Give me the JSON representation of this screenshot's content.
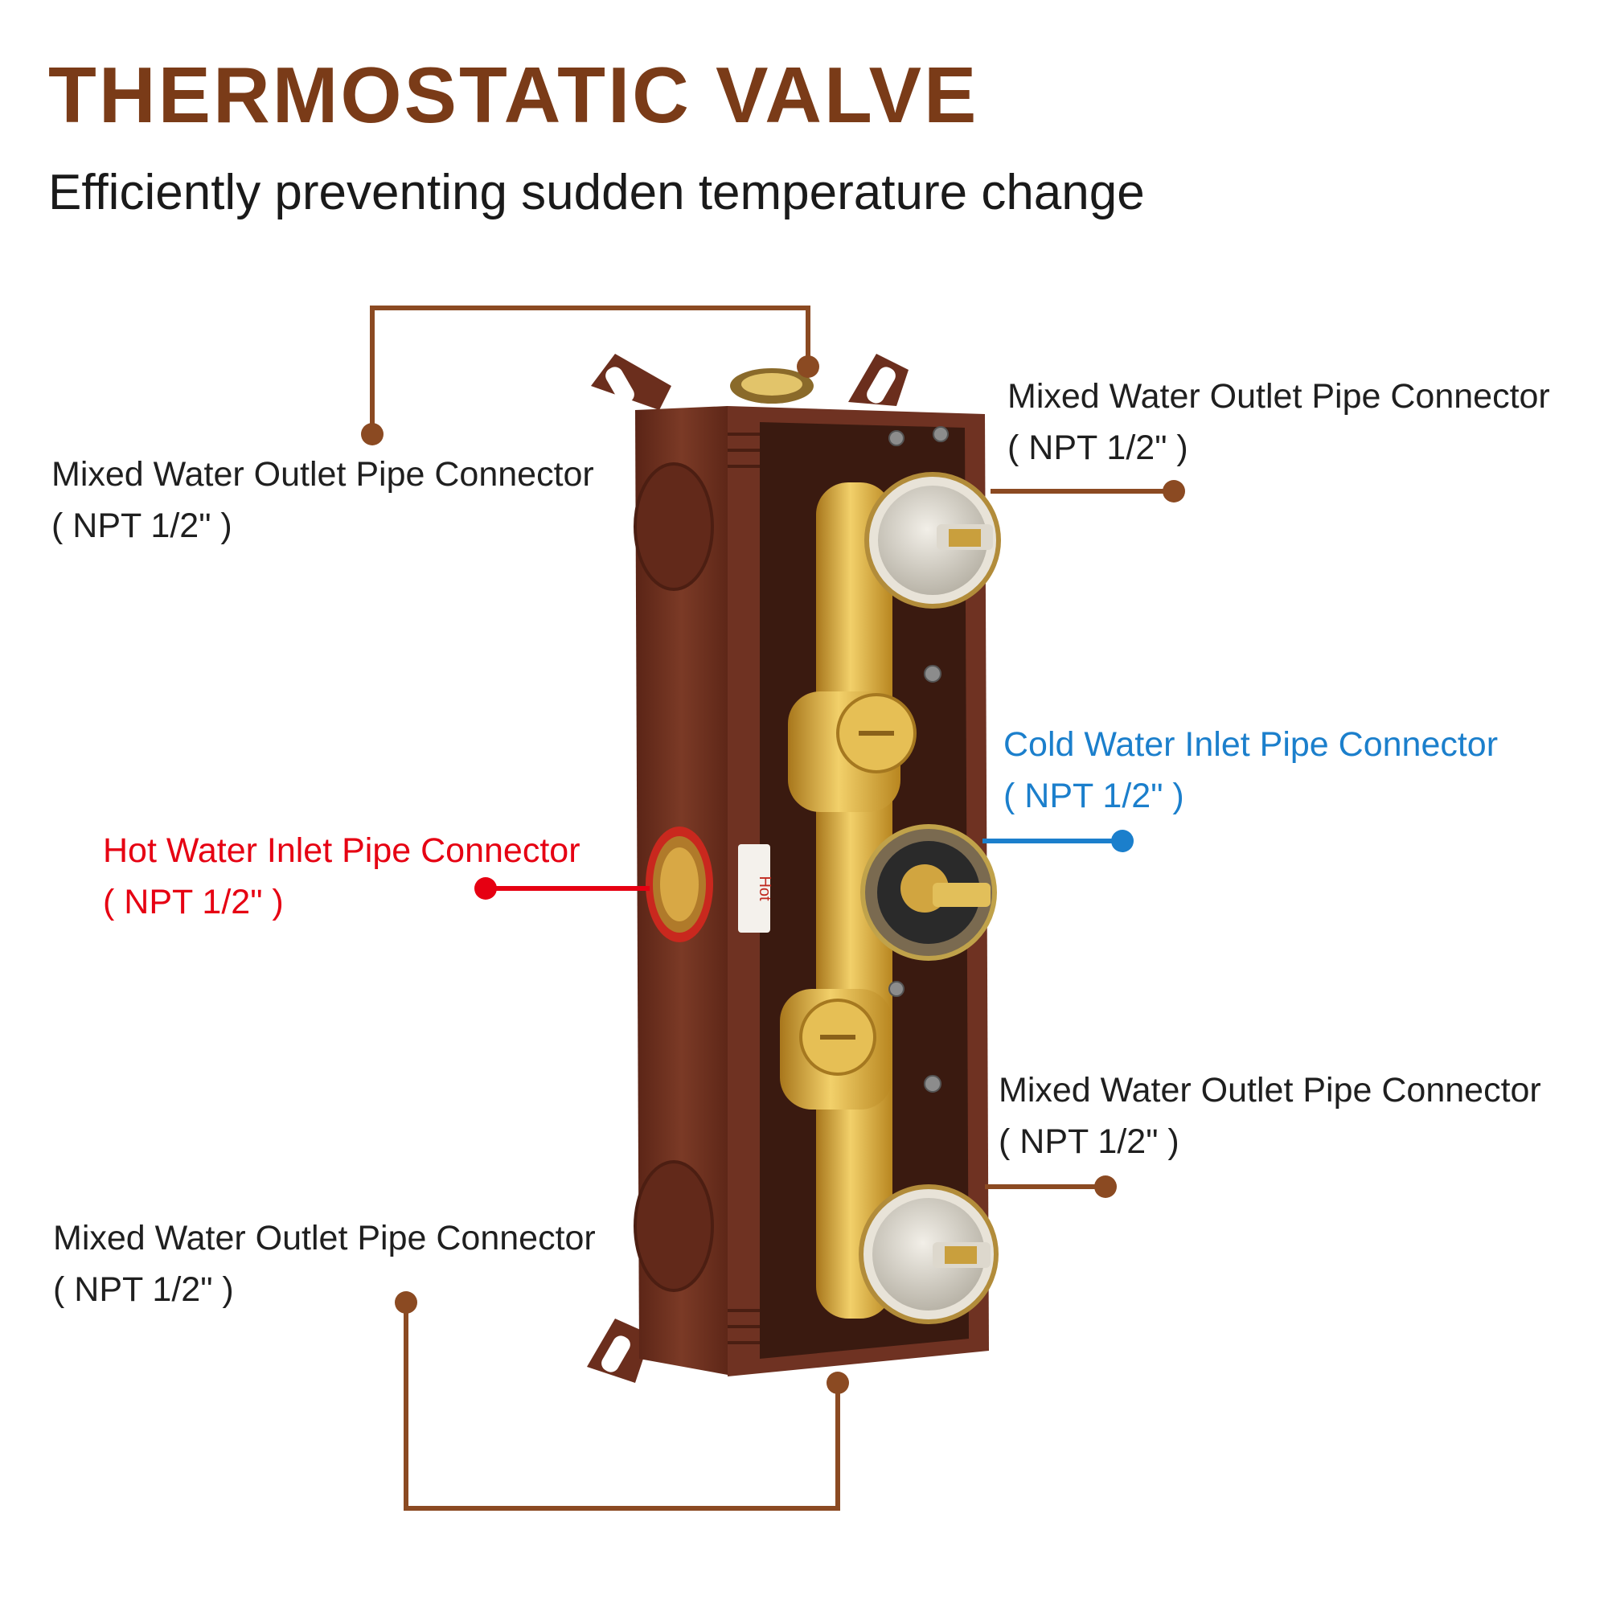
{
  "header": {
    "title": "THERMOSTATIC VALVE",
    "subtitle": "Efficiently preventing sudden temperature change"
  },
  "callouts": {
    "top_left": {
      "name": "Mixed Water Outlet Pipe Connector",
      "spec": "( NPT 1/2\" )"
    },
    "top_right": {
      "name": "Mixed Water Outlet Pipe Connector",
      "spec": "( NPT 1/2\" )"
    },
    "cold": {
      "name": "Cold Water Inlet Pipe Connector",
      "spec": "( NPT 1/2\" )"
    },
    "hot": {
      "name": "Hot Water Inlet Pipe Connector",
      "spec": "( NPT 1/2\" )"
    },
    "bottom_right": {
      "name": "Mixed Water Outlet Pipe Connector",
      "spec": "( NPT 1/2\" )"
    },
    "bottom_left": {
      "name": "Mixed Water Outlet Pipe Connector",
      "spec": "( NPT 1/2\" )"
    }
  },
  "valve_label": "Hot",
  "colors": {
    "brand_brown": "#7a3b18",
    "leader_brown": "#8b4a22",
    "hot_red": "#e60012",
    "cold_blue": "#1b7fcc",
    "box_body": "#6e3120",
    "brass": "#d4a83a"
  }
}
